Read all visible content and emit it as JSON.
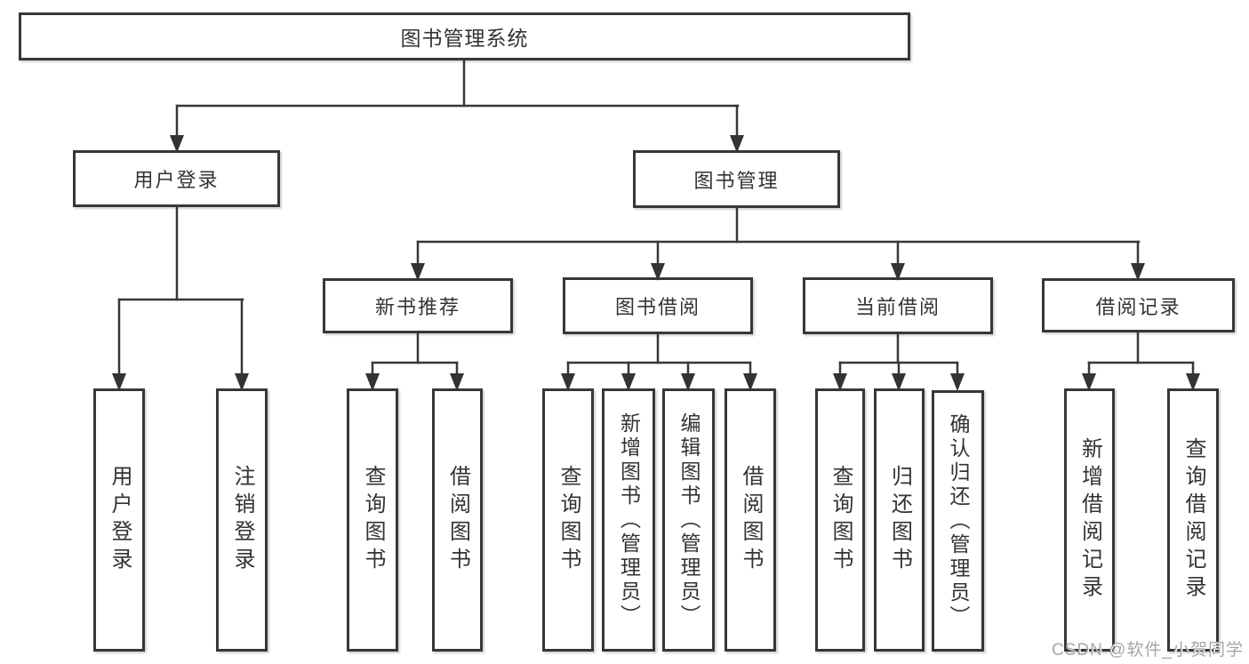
{
  "tree": {
    "root": {
      "label": "图书管理系统"
    },
    "branches": [
      {
        "label": "用户登录",
        "leaves": [
          {
            "label": "用户登录"
          },
          {
            "label": "注销登录"
          }
        ]
      },
      {
        "label": "图书管理",
        "children": [
          {
            "label": "新书推荐",
            "leaves": [
              {
                "label": "查询图书"
              },
              {
                "label": "借阅图书"
              }
            ]
          },
          {
            "label": "图书借阅",
            "leaves": [
              {
                "label": "查询图书"
              },
              {
                "label": "新增图书（管理员）"
              },
              {
                "label": "编辑图书（管理员）"
              },
              {
                "label": "借阅图书"
              }
            ]
          },
          {
            "label": "当前借阅",
            "leaves": [
              {
                "label": "查询图书"
              },
              {
                "label": "归还图书"
              },
              {
                "label": "确认归还（管理员）"
              }
            ]
          },
          {
            "label": "借阅记录",
            "leaves": [
              {
                "label": "新增借阅记录"
              },
              {
                "label": "查询借阅记录"
              }
            ]
          }
        ]
      }
    ]
  },
  "watermark": {
    "text": "CSDN @软件_小贺同学"
  },
  "colors": {
    "line": "#373737",
    "text": "#333333",
    "watermark": "#a7a7a7",
    "background": "#ffffff"
  }
}
